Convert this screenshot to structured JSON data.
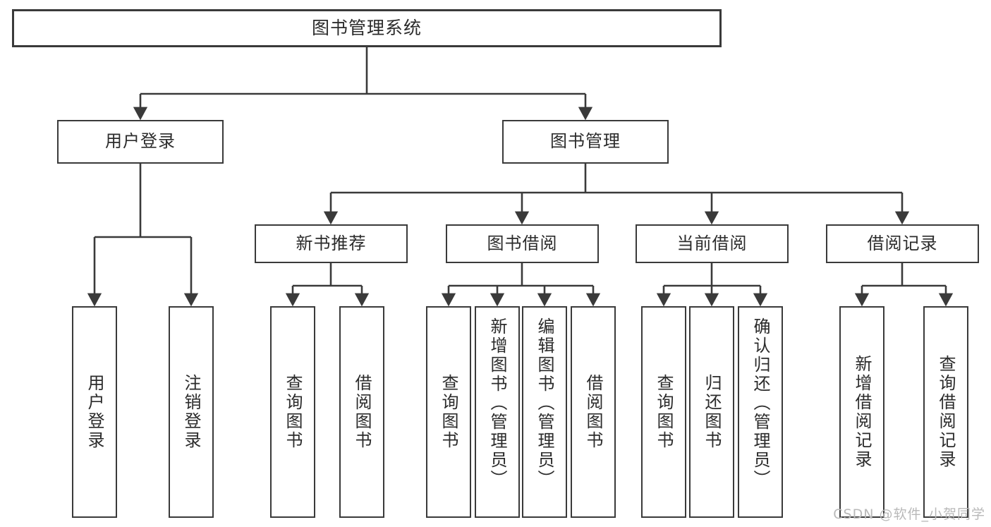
{
  "diagram": {
    "type": "tree",
    "title": "图书管理系统",
    "watermark": "CSDN @软件_小贺同学",
    "colors": {
      "background": "#ffffff",
      "stroke": "#3a3a3a",
      "text": "#2b2b2b",
      "watermark": "#b9b9b9"
    },
    "levels": {
      "root": {
        "label": "图书管理系统"
      },
      "level2": [
        {
          "label": "用户登录"
        },
        {
          "label": "图书管理"
        }
      ],
      "level3": [
        {
          "label": "新书推荐"
        },
        {
          "label": "图书借阅"
        },
        {
          "label": "当前借阅"
        },
        {
          "label": "借阅记录"
        }
      ],
      "leaves": [
        {
          "label": "用户登录",
          "parent": "用户登录"
        },
        {
          "label": "注销登录",
          "parent": "用户登录"
        },
        {
          "label": "查询图书",
          "parent": "新书推荐"
        },
        {
          "label": "借阅图书",
          "parent": "新书推荐"
        },
        {
          "label": "查询图书",
          "parent": "图书借阅"
        },
        {
          "label": "新增图书（管理员）",
          "parent": "图书借阅"
        },
        {
          "label": "编辑图书（管理员）",
          "parent": "图书借阅"
        },
        {
          "label": "借阅图书",
          "parent": "图书借阅"
        },
        {
          "label": "查询图书",
          "parent": "当前借阅"
        },
        {
          "label": "归还图书",
          "parent": "当前借阅"
        },
        {
          "label": "确认归还（管理员）",
          "parent": "当前借阅"
        },
        {
          "label": "新增借阅记录",
          "parent": "借阅记录"
        },
        {
          "label": "查询借阅记录",
          "parent": "借阅记录"
        }
      ]
    }
  }
}
